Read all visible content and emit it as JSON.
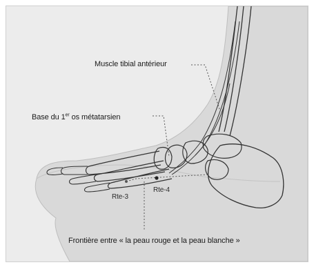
{
  "labels": {
    "tibial_muscle": "Muscle tibial antérieur",
    "first_metatarsal_prefix": "Base du 1",
    "first_metatarsal_sup": "er",
    "first_metatarsal_suffix": " os métatarsien",
    "point_rte3": "Rte-3",
    "point_rte4": "Rte-4",
    "border_line": "Frontière entre « la peau rouge et la peau blanche »"
  },
  "colors": {
    "background": "#ececec",
    "skin": "#d9d9d9",
    "bone_outline": "#333333",
    "leader_line": "#555555",
    "point_marker": "#222222"
  }
}
